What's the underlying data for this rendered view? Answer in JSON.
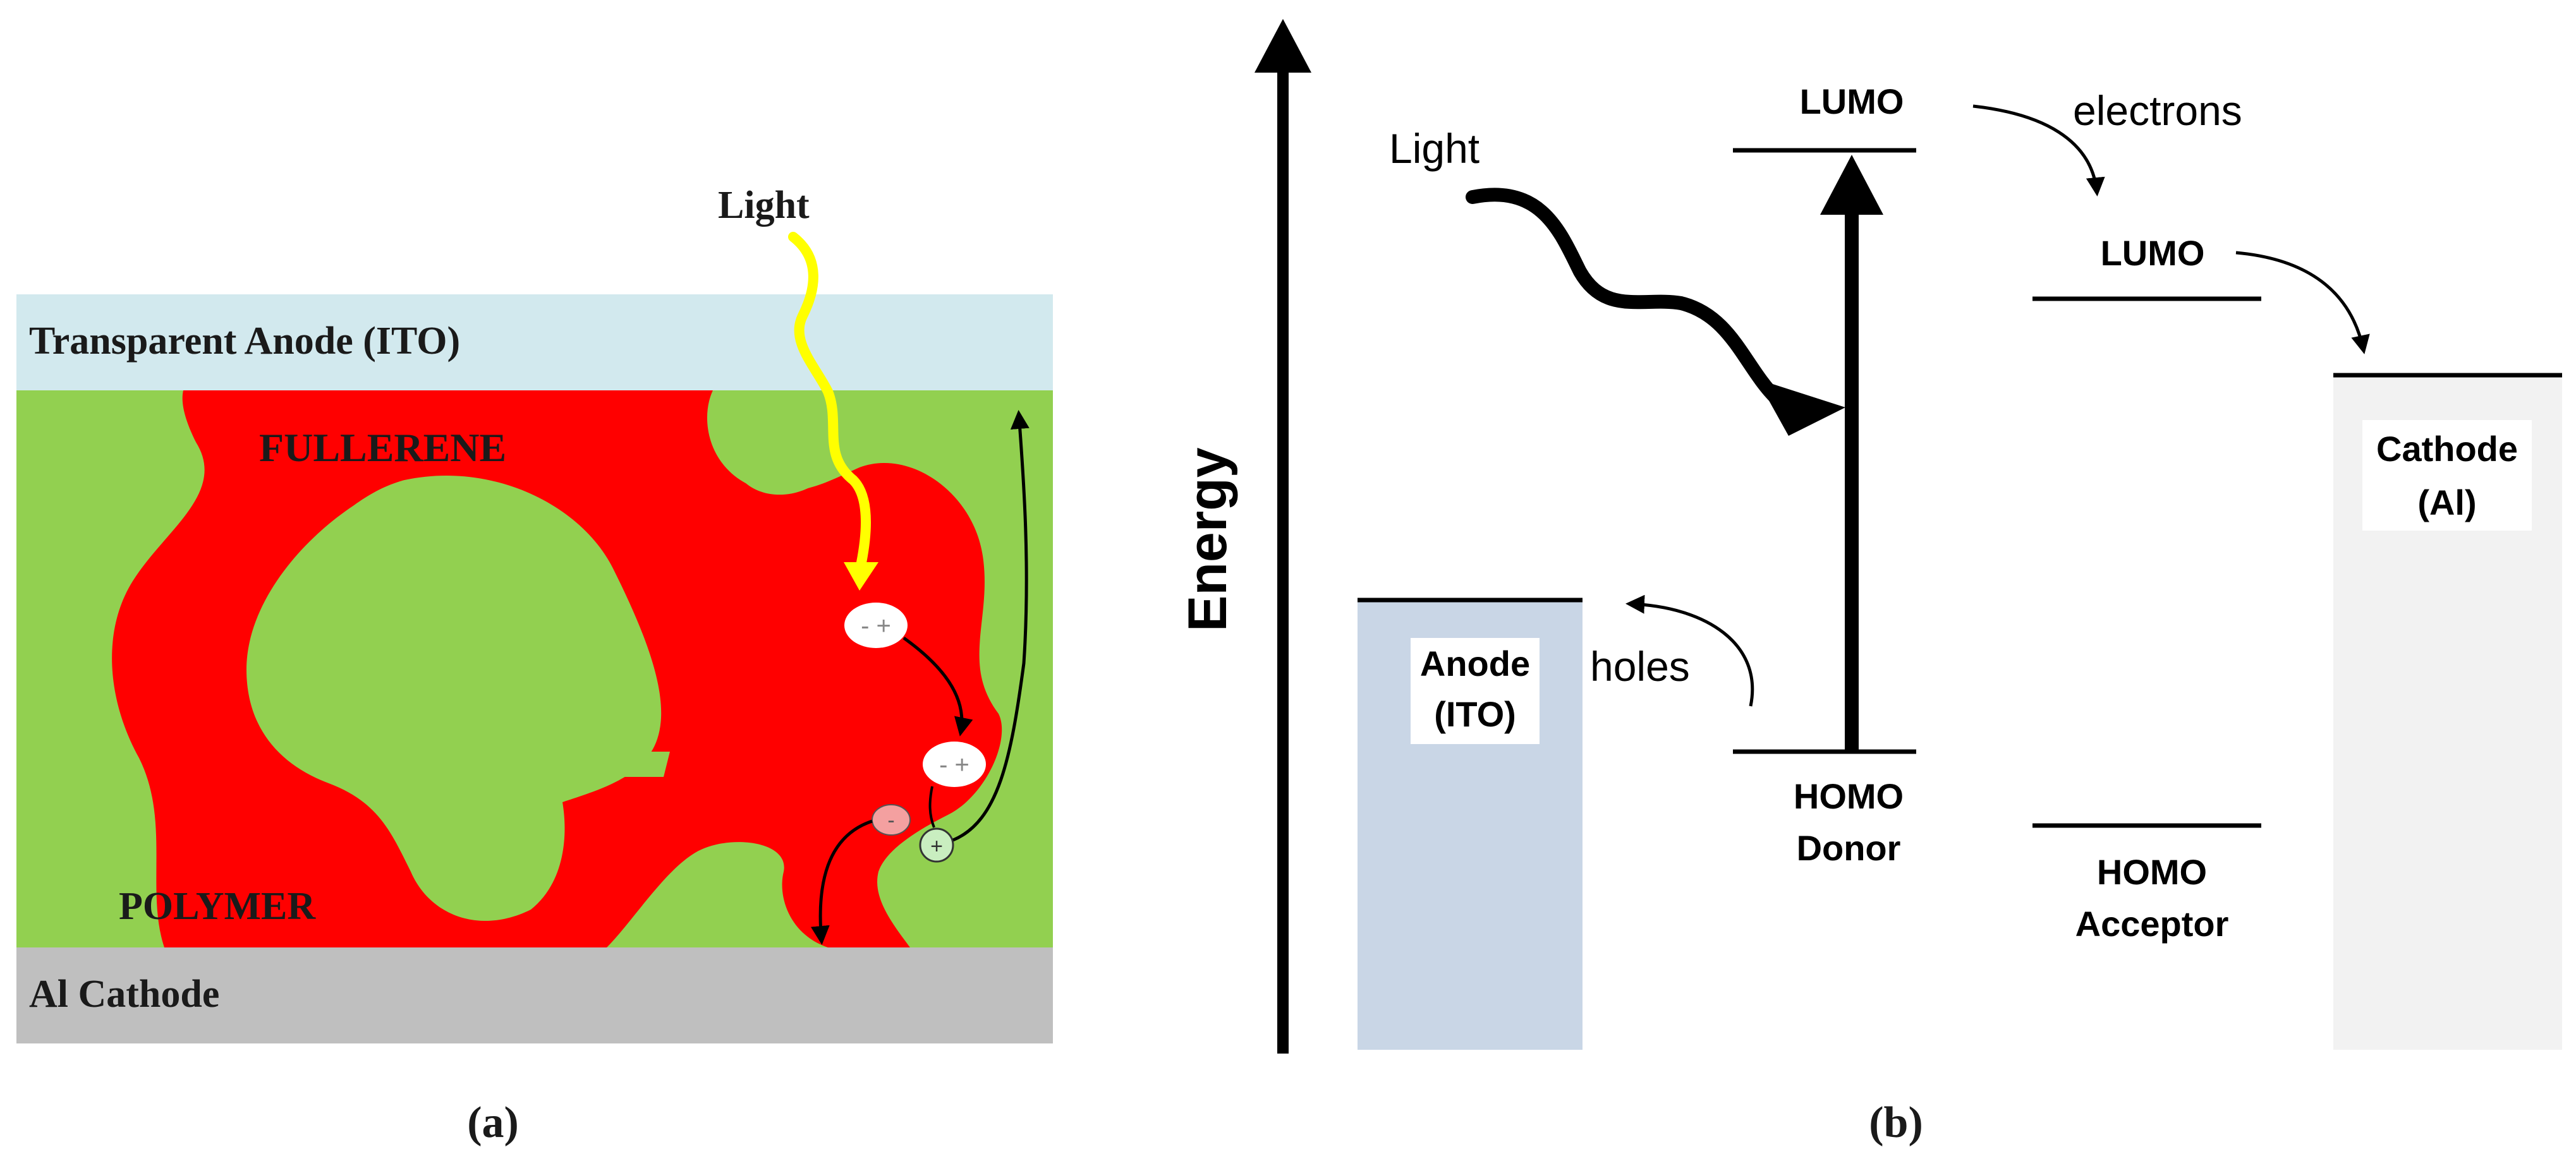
{
  "panel_a": {
    "caption": "(a)",
    "light_label": "Light",
    "anode_label": "Transparent Anode (ITO)",
    "fullerene_label": "FULLERENE",
    "polymer_label": "POLYMER",
    "cathode_label": "Al Cathode",
    "exciton_1_charges": "- +",
    "exciton_2_charges": "- +",
    "hole_sign": "+",
    "electron_sign": "-",
    "colors": {
      "anode": "#d2e9ee",
      "fullerene": "#ff0000",
      "polymer": "#92d050",
      "cathode": "#bfbfbf",
      "light": "#ffff00"
    }
  },
  "panel_b": {
    "caption": "(b)",
    "energy_label": "Energy",
    "light_label": "Light",
    "donor_lumo_label": "LUMO",
    "donor_homo_label_line1": "HOMO",
    "donor_homo_label_line2": "Donor",
    "acceptor_lumo_label": "LUMO",
    "acceptor_homo_label_line1": "HOMO",
    "acceptor_homo_label_line2": "Acceptor",
    "electrons_label": "electrons",
    "holes_label": "holes",
    "anode_label_line1": "Anode",
    "anode_label_line2": "(ITO)",
    "cathode_label_line1": "Cathode",
    "cathode_label_line2": "(Al)",
    "colors": {
      "anode_block": "#c9d6e6",
      "cathode_block": "#f2f2f2",
      "lines": "#000000"
    }
  }
}
